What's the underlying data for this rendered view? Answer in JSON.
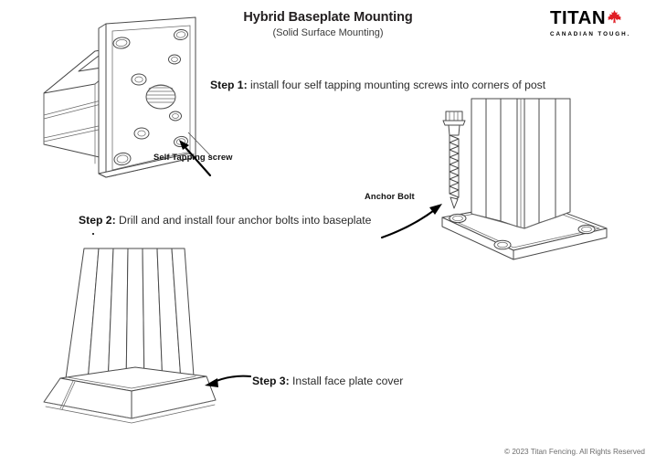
{
  "header": {
    "title": "Hybrid Baseplate Mounting",
    "subtitle": "(Solid Surface Mounting)"
  },
  "logo": {
    "word": "TITAN",
    "tagline": "CANADIAN TOUGH.",
    "leaf_icon": "maple-leaf-icon",
    "leaf_color": "#e01f26",
    "text_color": "#000000"
  },
  "steps": [
    {
      "id": "step1",
      "number": "Step 1:",
      "text": " install four self tapping mounting screws into corners of post"
    },
    {
      "id": "step2",
      "number": "Step 2:",
      "text": " Drill and and install four anchor bolts into baseplate"
    },
    {
      "id": "step3",
      "number": "Step 3:",
      "text": " Install face plate cover"
    }
  ],
  "callouts": [
    {
      "id": "self-tapping-screw",
      "label": "Self Tapping screw"
    },
    {
      "id": "anchor-bolt",
      "label": "Anchor Bolt"
    }
  ],
  "illustrations": [
    {
      "id": "step1-figure",
      "name": "post-with-baseplate-exploded",
      "description": "Isometric fence post shown horizontally with square baseplate flange at right end"
    },
    {
      "id": "step2-figure",
      "name": "post-on-baseplate-with-anchor-bolt",
      "description": "Vertical post standing on baseplate with anchor bolt above corner hole"
    },
    {
      "id": "step3-figure",
      "name": "post-with-face-plate-cover",
      "description": "Vertical post with tapered face plate cover skirt at base"
    }
  ],
  "footer": {
    "copyright": "© 2023 Titan Fencing. All Rights Reserved"
  },
  "theme": {
    "background": "#ffffff",
    "line_color": "#4a4a4a",
    "text_color": "#231f20",
    "muted_text": "#6d6d6d",
    "accent_red": "#e01f26"
  }
}
